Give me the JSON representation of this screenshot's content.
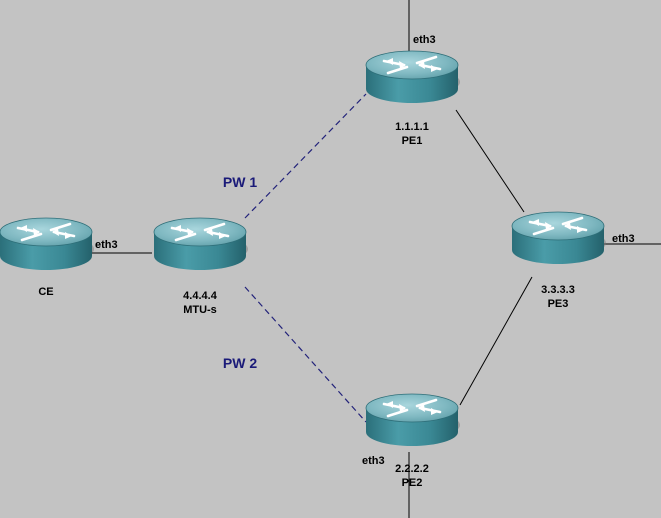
{
  "colors": {
    "background": "#c3c3c3",
    "router_body": "#3f8f9c",
    "router_top": "#8ec3cc",
    "link": "#000000",
    "pseudowire": "#23237a"
  },
  "routers": [
    {
      "id": "ce",
      "icon": "router-icon",
      "name": "CE",
      "ip": ""
    },
    {
      "id": "mtu",
      "icon": "router-icon",
      "name": "MTU-s",
      "ip": "4.4.4.4"
    },
    {
      "id": "pe1",
      "icon": "router-icon",
      "name": "PE1",
      "ip": "1.1.1.1"
    },
    {
      "id": "pe2",
      "icon": "router-icon",
      "name": "PE2",
      "ip": "2.2.2.2"
    },
    {
      "id": "pe3",
      "icon": "router-icon",
      "name": "PE3",
      "ip": "3.3.3.3"
    }
  ],
  "interfaces": {
    "ce_eth": "eth3",
    "pe1_eth": "eth3",
    "pe2_eth": "eth3",
    "pe3_eth": "eth3"
  },
  "pseudowires": [
    {
      "id": "pw1",
      "label": "PW 1"
    },
    {
      "id": "pw2",
      "label": "PW 2"
    }
  ]
}
